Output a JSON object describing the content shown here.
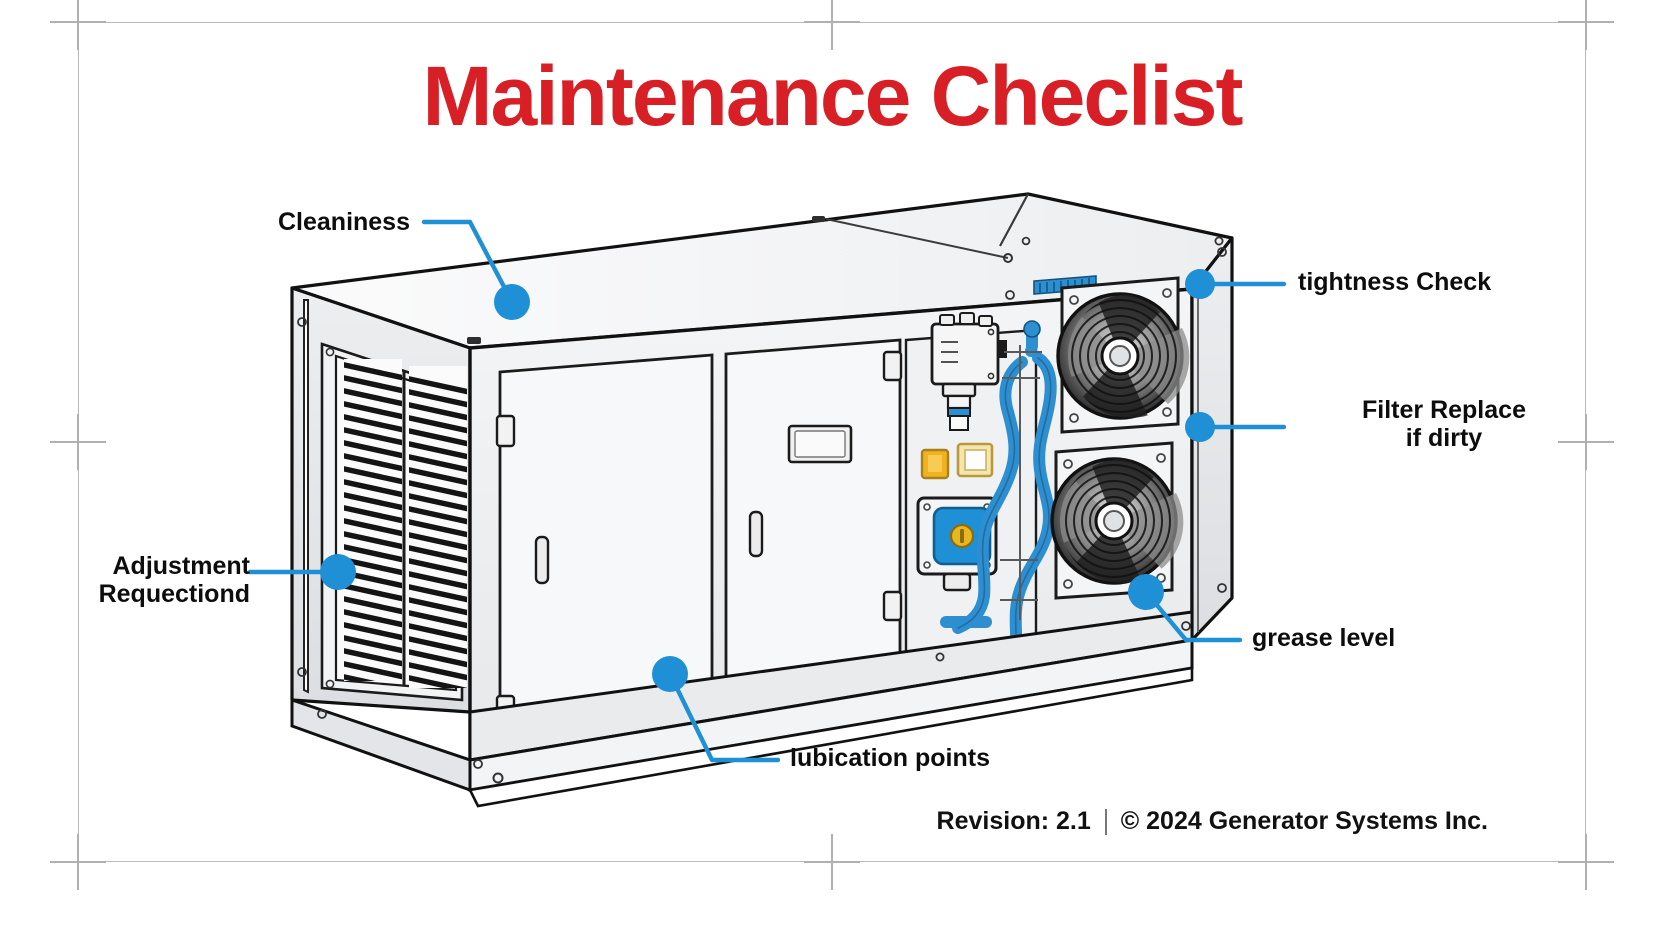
{
  "poster": {
    "title": "Maintenance Checlist",
    "title_color": "#d81f26",
    "background_color": "#ffffff",
    "accent_color": "#1f8fd6"
  },
  "footer": {
    "revision": "Revision: 2.1",
    "copyright": "© 2024 Generator Systems Inc."
  },
  "callouts": [
    {
      "id": "cleaniness",
      "label": "Cleaniness",
      "side": "left"
    },
    {
      "id": "adjustment",
      "label": "Adjustment\nRequectiond",
      "side": "left"
    },
    {
      "id": "lubrication",
      "label": "lubication points",
      "side": "right"
    },
    {
      "id": "tightness",
      "label": "tightness Check",
      "side": "right"
    },
    {
      "id": "filter",
      "label": "Filter Replace\nif dirty",
      "side": "right"
    },
    {
      "id": "grease",
      "label": "grease level",
      "side": "right"
    }
  ],
  "illustration": {
    "subject": "rooftop-hvac-generator-unit",
    "components": [
      "top-panel",
      "louver-intake-grille",
      "access-door-left",
      "access-door-right",
      "control-junction-box",
      "indicator-lamp-amber",
      "indicator-lamp-white",
      "rotary-disconnect-switch-blue",
      "condenser-fan-upper",
      "condenser-fan-lower",
      "refrigerant-piping-blue",
      "base-skid-rail"
    ]
  }
}
